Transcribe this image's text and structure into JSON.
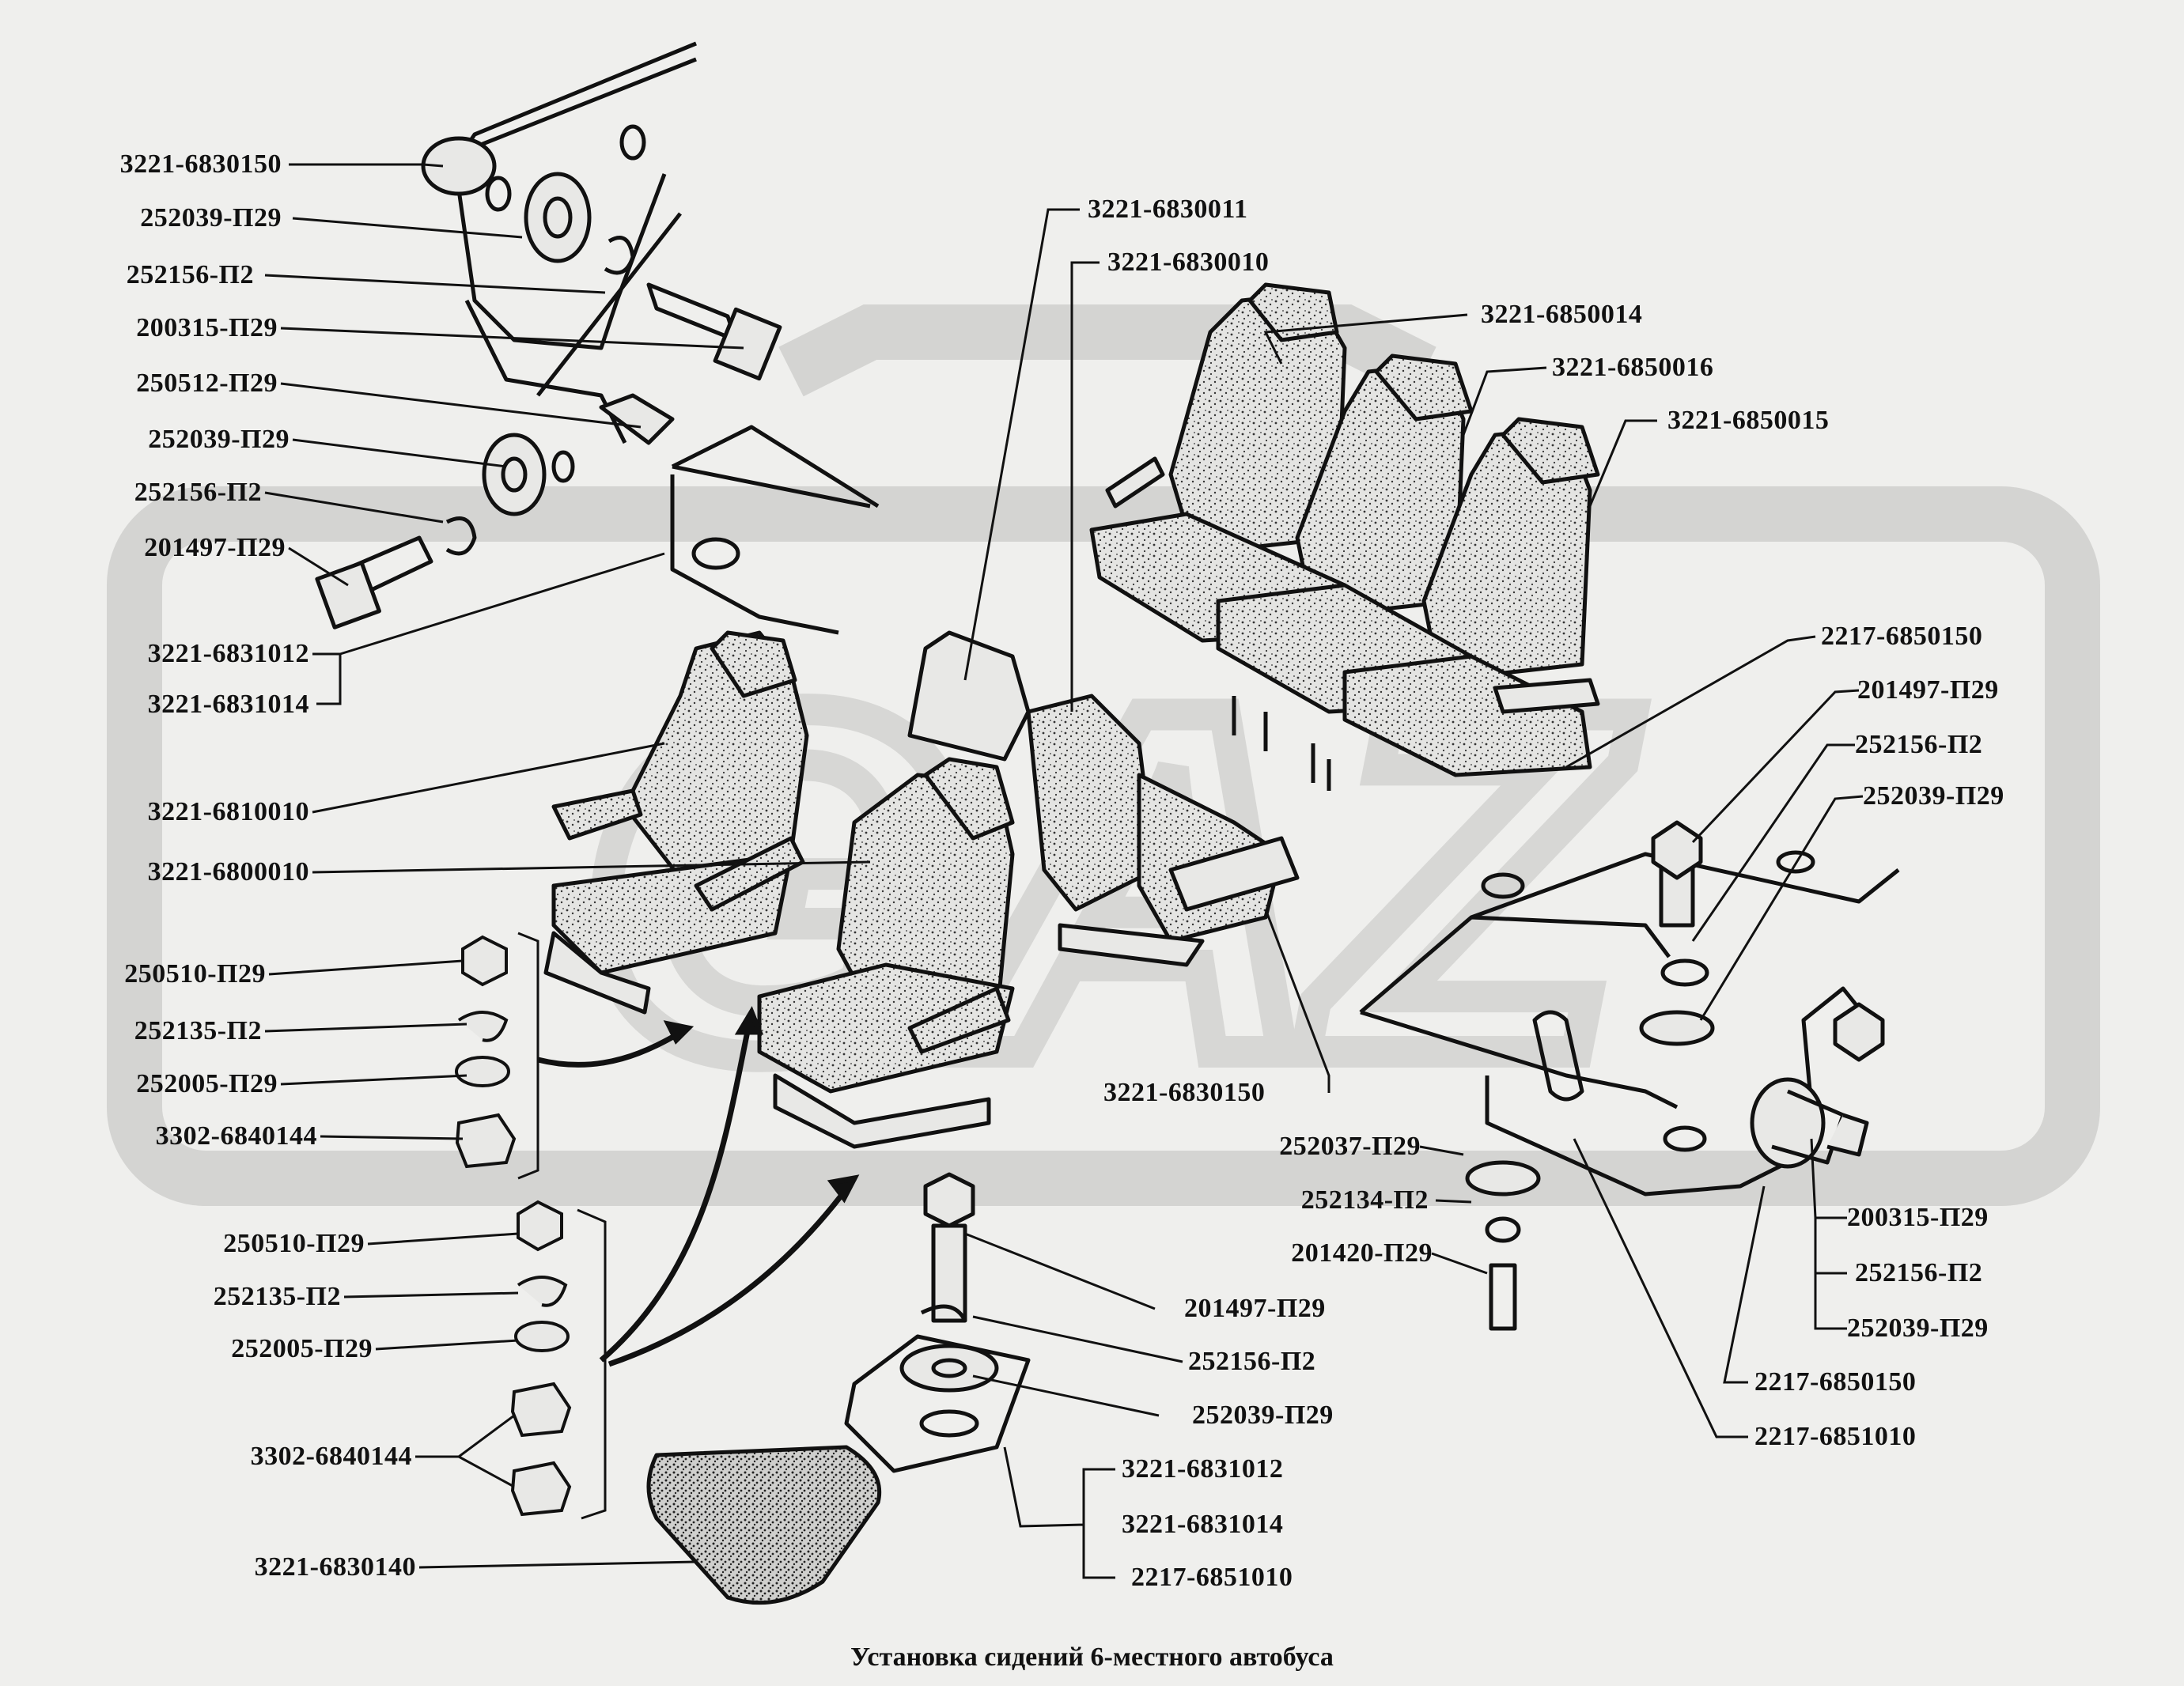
{
  "title": "Установка сидений 6-местного автобуса",
  "watermark": "GAZ",
  "colors": {
    "background": "#efefed",
    "ink": "#111111",
    "watermark": "#d4d4d2"
  },
  "labels": {
    "l1": "3221-6830150",
    "l2": "252039-П29",
    "l3": "252156-П2",
    "l4": "200315-П29",
    "l5": "250512-П29",
    "l6": "252039-П29",
    "l7": "252156-П2",
    "l8": "201497-П29",
    "l9": "3221-6831012",
    "l10": "3221-6831014",
    "l11": "3221-6810010",
    "l12": "3221-6800010",
    "l13": "250510-П29",
    "l14": "252135-П2",
    "l15": "252005-П29",
    "l16": "3302-6840144",
    "l17": "250510-П29",
    "l18": "252135-П2",
    "l19": "252005-П29",
    "l20": "3302-6840144",
    "l21": "3221-6830140",
    "t1": "3221-6830011",
    "t2": "3221-6830010",
    "t3": "3221-6850014",
    "t4": "3221-6850016",
    "t5": "3221-6850015",
    "m1": "3221-6830150",
    "b1": "201497-П29",
    "b2": "252156-П2",
    "b3": "252039-П29",
    "b4": "3221-6831012",
    "b5": "3221-6831014",
    "b6": "2217-6851010",
    "r1": "2217-6850150",
    "r2": "201497-П29",
    "r3": "252156-П2",
    "r4": "252039-П29",
    "r5": "252037-П29",
    "r6": "252134-П2",
    "r7": "201420-П29",
    "r8": "200315-П29",
    "r9": "252156-П2",
    "r10": "252039-П29",
    "r11": "2217-6850150",
    "r12": "2217-6851010"
  }
}
